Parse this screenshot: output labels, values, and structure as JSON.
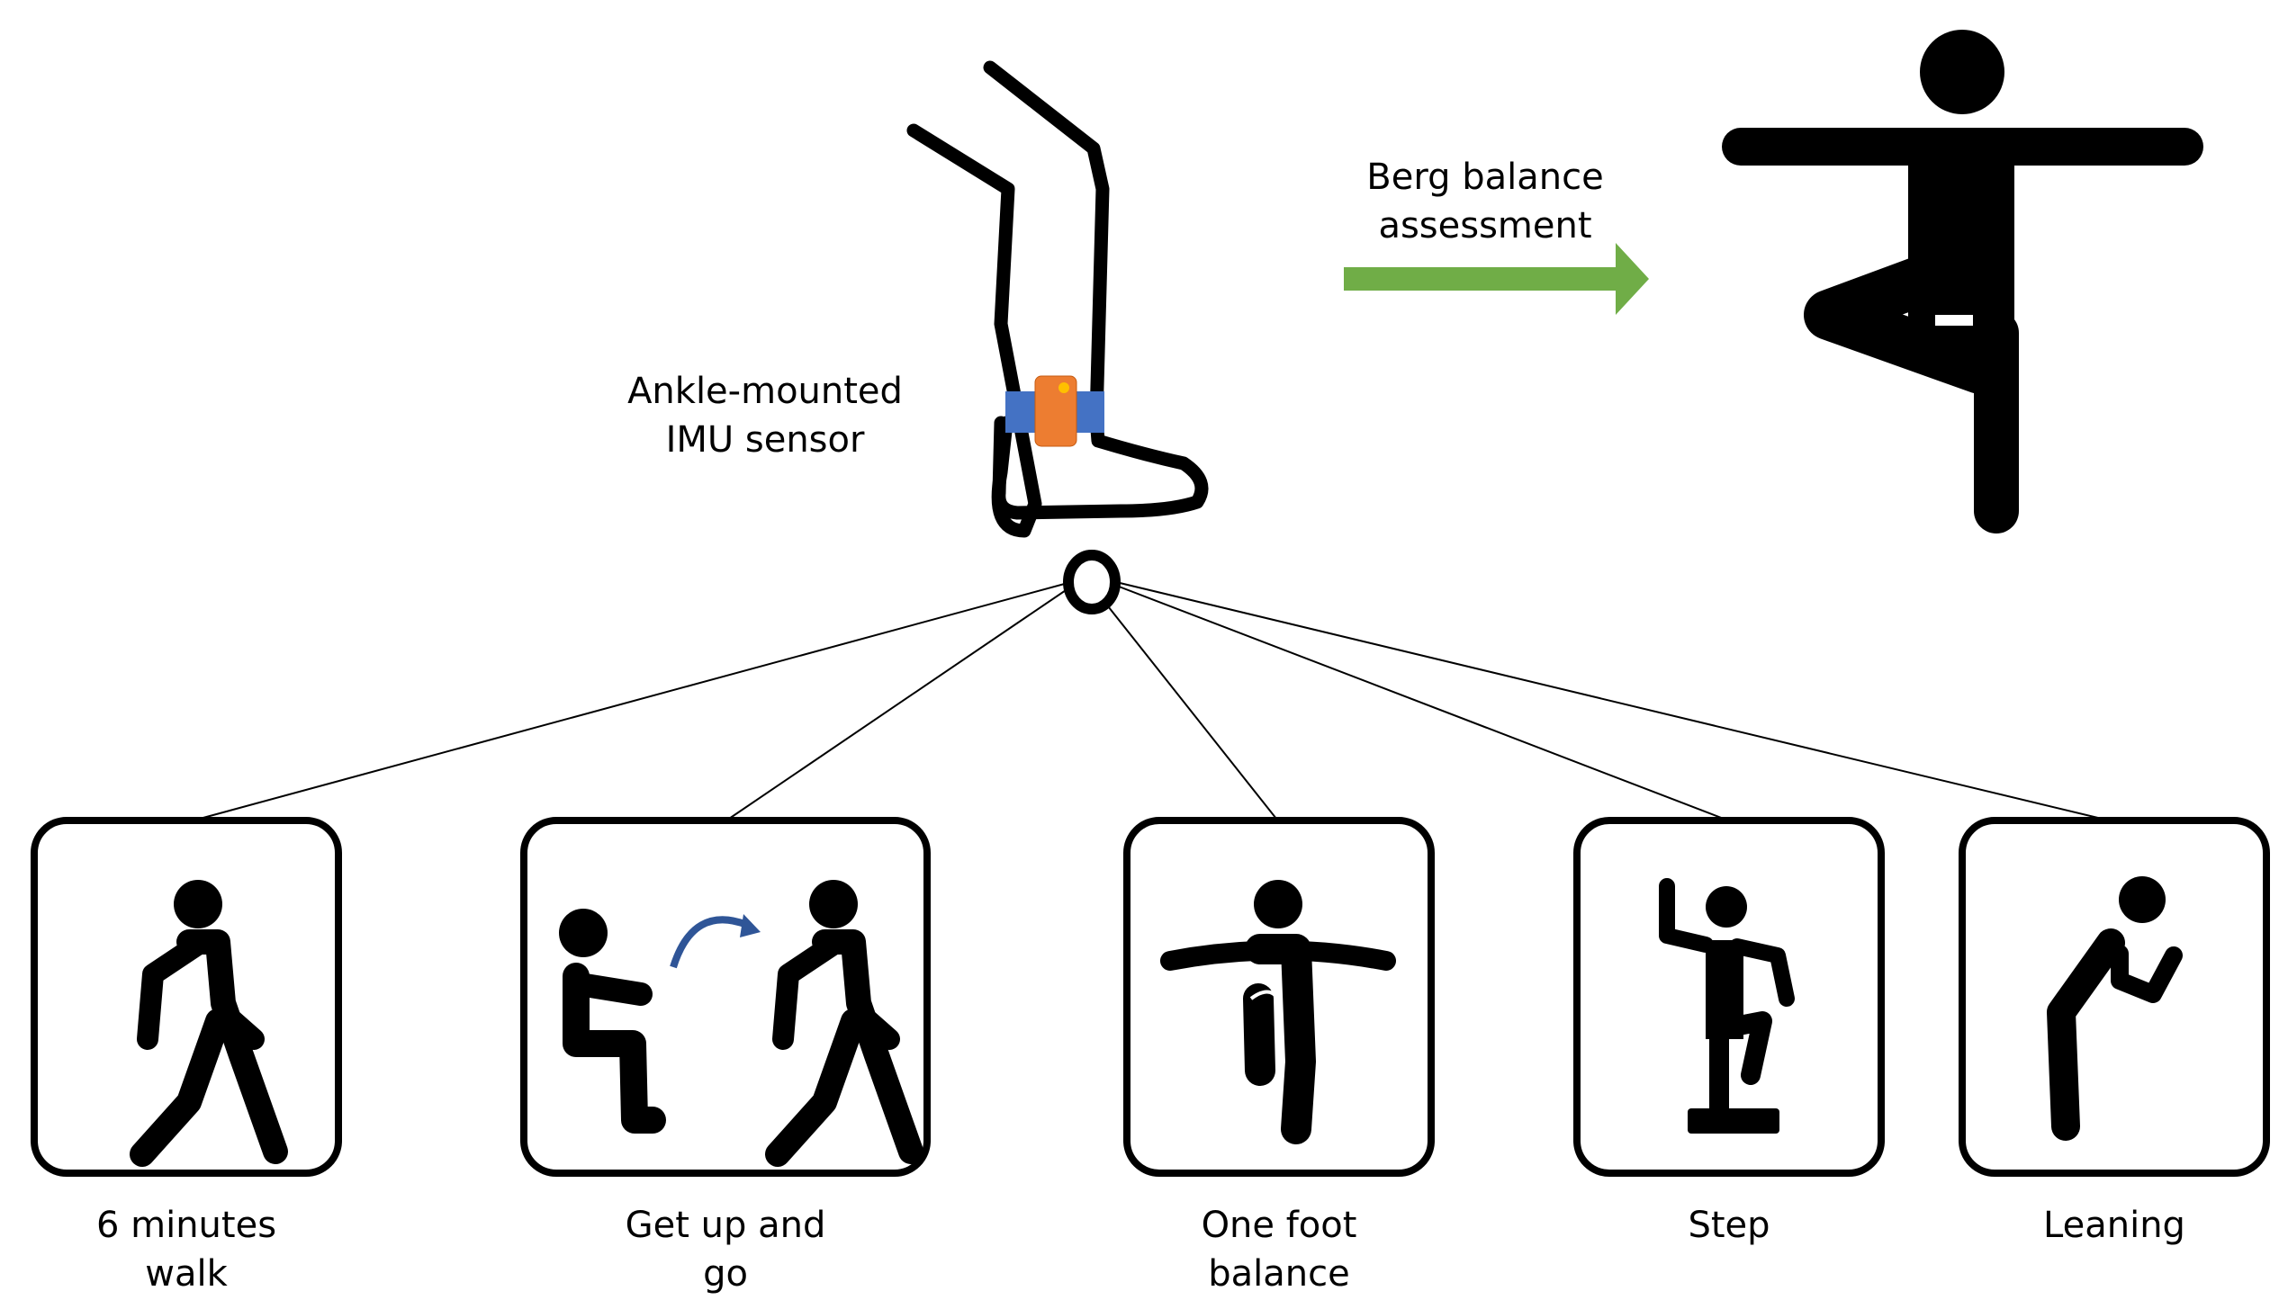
{
  "sensor_label": {
    "line1": "Ankle-mounted",
    "line2": "IMU sensor"
  },
  "assessment_label": {
    "line1": "Berg balance",
    "line2": "assessment"
  },
  "tasks": [
    {
      "line1": "6 minutes",
      "line2": "walk",
      "icon": "walking-person-icon"
    },
    {
      "line1": "Get up and",
      "line2": "go",
      "icon": "sit-to-walk-icon"
    },
    {
      "line1": "One foot",
      "line2": "balance",
      "icon": "one-foot-stand-icon"
    },
    {
      "line1": "Step",
      "line2": "",
      "icon": "step-up-icon"
    },
    {
      "line1": "Leaning",
      "line2": "",
      "icon": "leaning-person-icon"
    }
  ],
  "colors": {
    "arrow": "#70ad47",
    "strap": "#4472c4",
    "sensor": "#ed7d31",
    "sensor_led": "#ffc000",
    "curved_arrow": "#2f5597"
  }
}
